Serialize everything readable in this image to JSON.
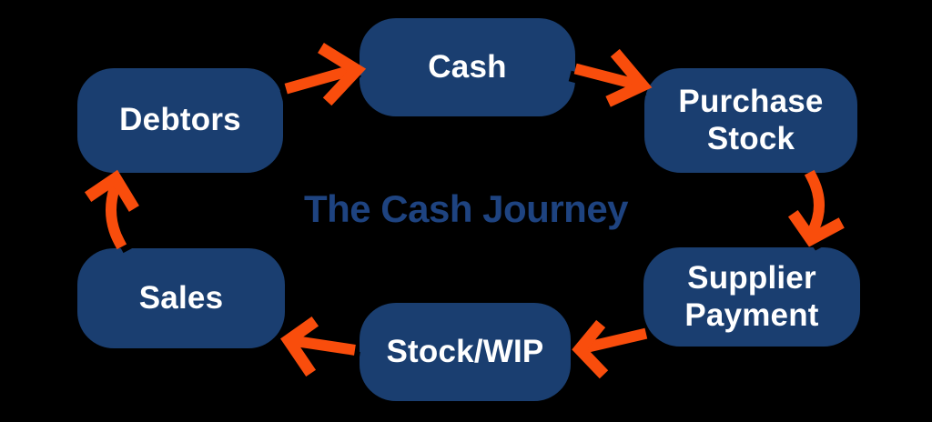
{
  "title": {
    "text": "The Cash Journey"
  },
  "colors": {
    "background": "#000000",
    "box_fill": "#1A3E70",
    "box_text": "#FFFFFF",
    "title_text": "#1E4380",
    "arrow": "#F94D0C",
    "shadow": "#000000"
  },
  "nodes": [
    {
      "id": "cash",
      "label": "Cash"
    },
    {
      "id": "purchase-stock",
      "label": "Purchase\nStock"
    },
    {
      "id": "supplier-payment",
      "label": "Supplier\nPayment"
    },
    {
      "id": "stock-wip",
      "label": "Stock/WIP"
    },
    {
      "id": "sales",
      "label": "Sales"
    },
    {
      "id": "debtors",
      "label": "Debtors"
    }
  ],
  "arrows": [
    {
      "from": "Debtors",
      "to": "Cash"
    },
    {
      "from": "Cash",
      "to": "Purchase Stock"
    },
    {
      "from": "Purchase Stock",
      "to": "Supplier Payment"
    },
    {
      "from": "Supplier Payment",
      "to": "Stock/WIP"
    },
    {
      "from": "Stock/WIP",
      "to": "Sales"
    },
    {
      "from": "Sales",
      "to": "Debtors"
    }
  ]
}
